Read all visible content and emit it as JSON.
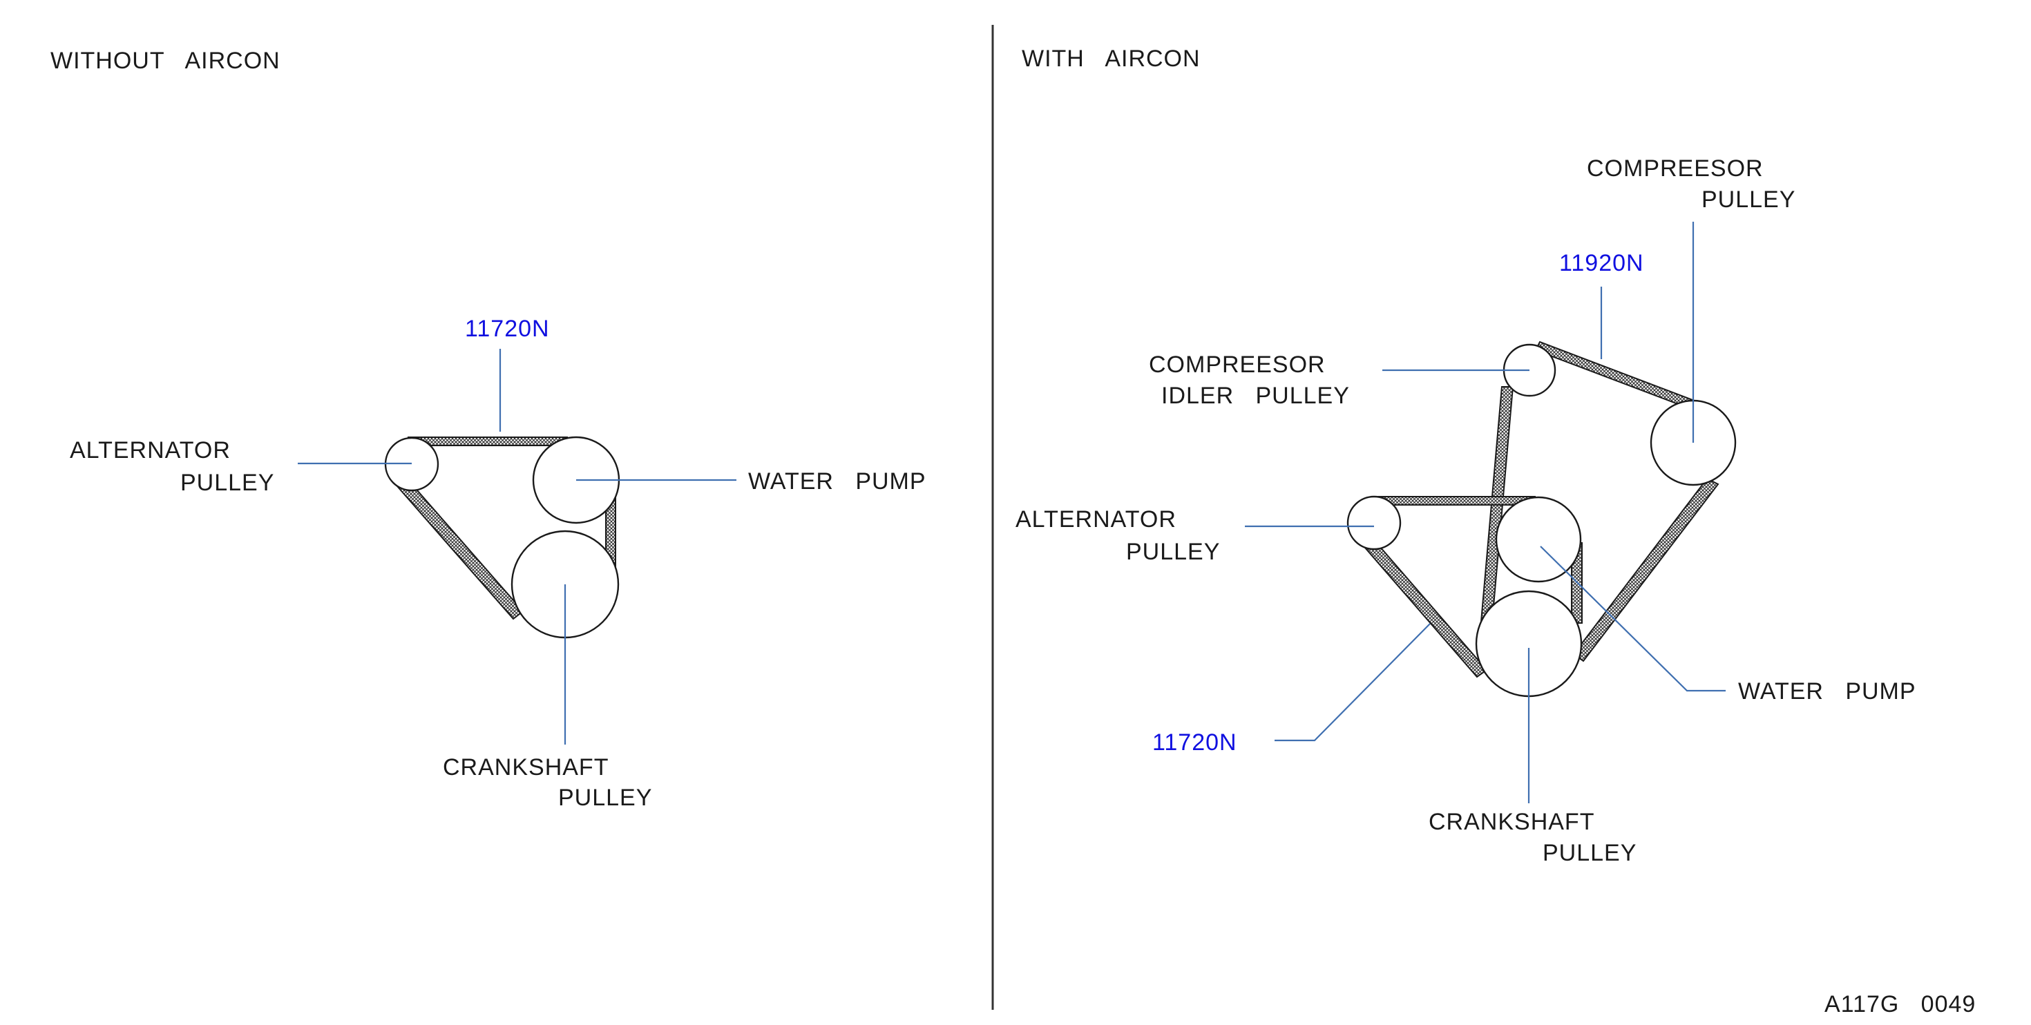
{
  "colors": {
    "part_number": "#1010e0",
    "leader": "#3f6fb0",
    "line": "#1a1a1a"
  },
  "left_panel": {
    "heading": "WITHOUT   AIRCON",
    "part_number": "11720N",
    "alternator_label": [
      "ALTERNATOR",
      "PULLEY"
    ],
    "water_pump_label": "WATER   PUMP",
    "crankshaft_label": [
      "CRANKSHAFT",
      "PULLEY"
    ]
  },
  "right_panel": {
    "heading": "WITH   AIRCON",
    "compressor_label": [
      "COMPREESOR",
      "PULLEY"
    ],
    "compressor_part_number": "11920N",
    "idler_label": [
      "COMPREESOR",
      "IDLER   PULLEY"
    ],
    "alternator_label": [
      "ALTERNATOR",
      "PULLEY"
    ],
    "water_pump_label": "WATER   PUMP",
    "alternator_part_number": "11720N",
    "crankshaft_label": [
      "CRANKSHAFT",
      "PULLEY"
    ]
  },
  "figure_code": "A117G   0049"
}
